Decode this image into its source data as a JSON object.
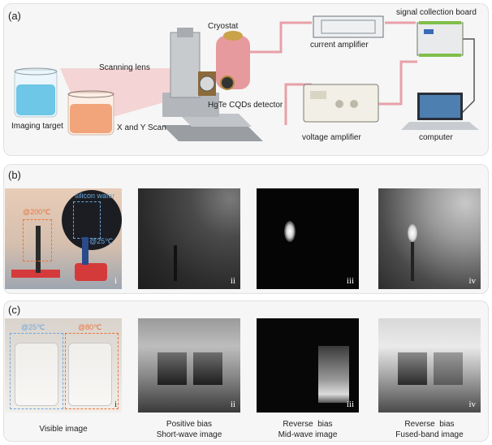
{
  "panel_a": {
    "label": "(a)",
    "imaging_target": "Imaging target",
    "scanning_lens": "Scanning lens",
    "xy_scan": "X and Y Scan",
    "cryostat": "Cryostat",
    "detector": "HgTe CQDs detector",
    "current_amplifier": "current amplifier",
    "signal_board": "signal collection board",
    "voltage_amplifier": "voltage amplifier",
    "computer": "computer"
  },
  "panel_b": {
    "label": "(b)",
    "tag_200": "@200℃",
    "tag_wafer": "silicon wafer",
    "tag_25": "@25℃",
    "numerals": [
      "i",
      "ii",
      "iii",
      "iv"
    ]
  },
  "panel_c": {
    "label": "(c)",
    "tag_25": "@25℃",
    "tag_80": "@80℃",
    "numerals": [
      "i",
      "ii",
      "iii",
      "iv"
    ]
  },
  "captions": {
    "c1": "Visible image",
    "c2_l1": "Positive bias",
    "c2_l2": "Short-wave image",
    "c3_l1": "Reverse  bias",
    "c3_l2": "Mid-wave image",
    "c4_l1": "Reverse  bias",
    "c4_l2": "Fused-band image"
  },
  "colors": {
    "cable": "#e8a0a8",
    "cryostat": "#e79a9e",
    "tag_orange": "#e8743c",
    "tag_blue": "#6aa8e0"
  }
}
